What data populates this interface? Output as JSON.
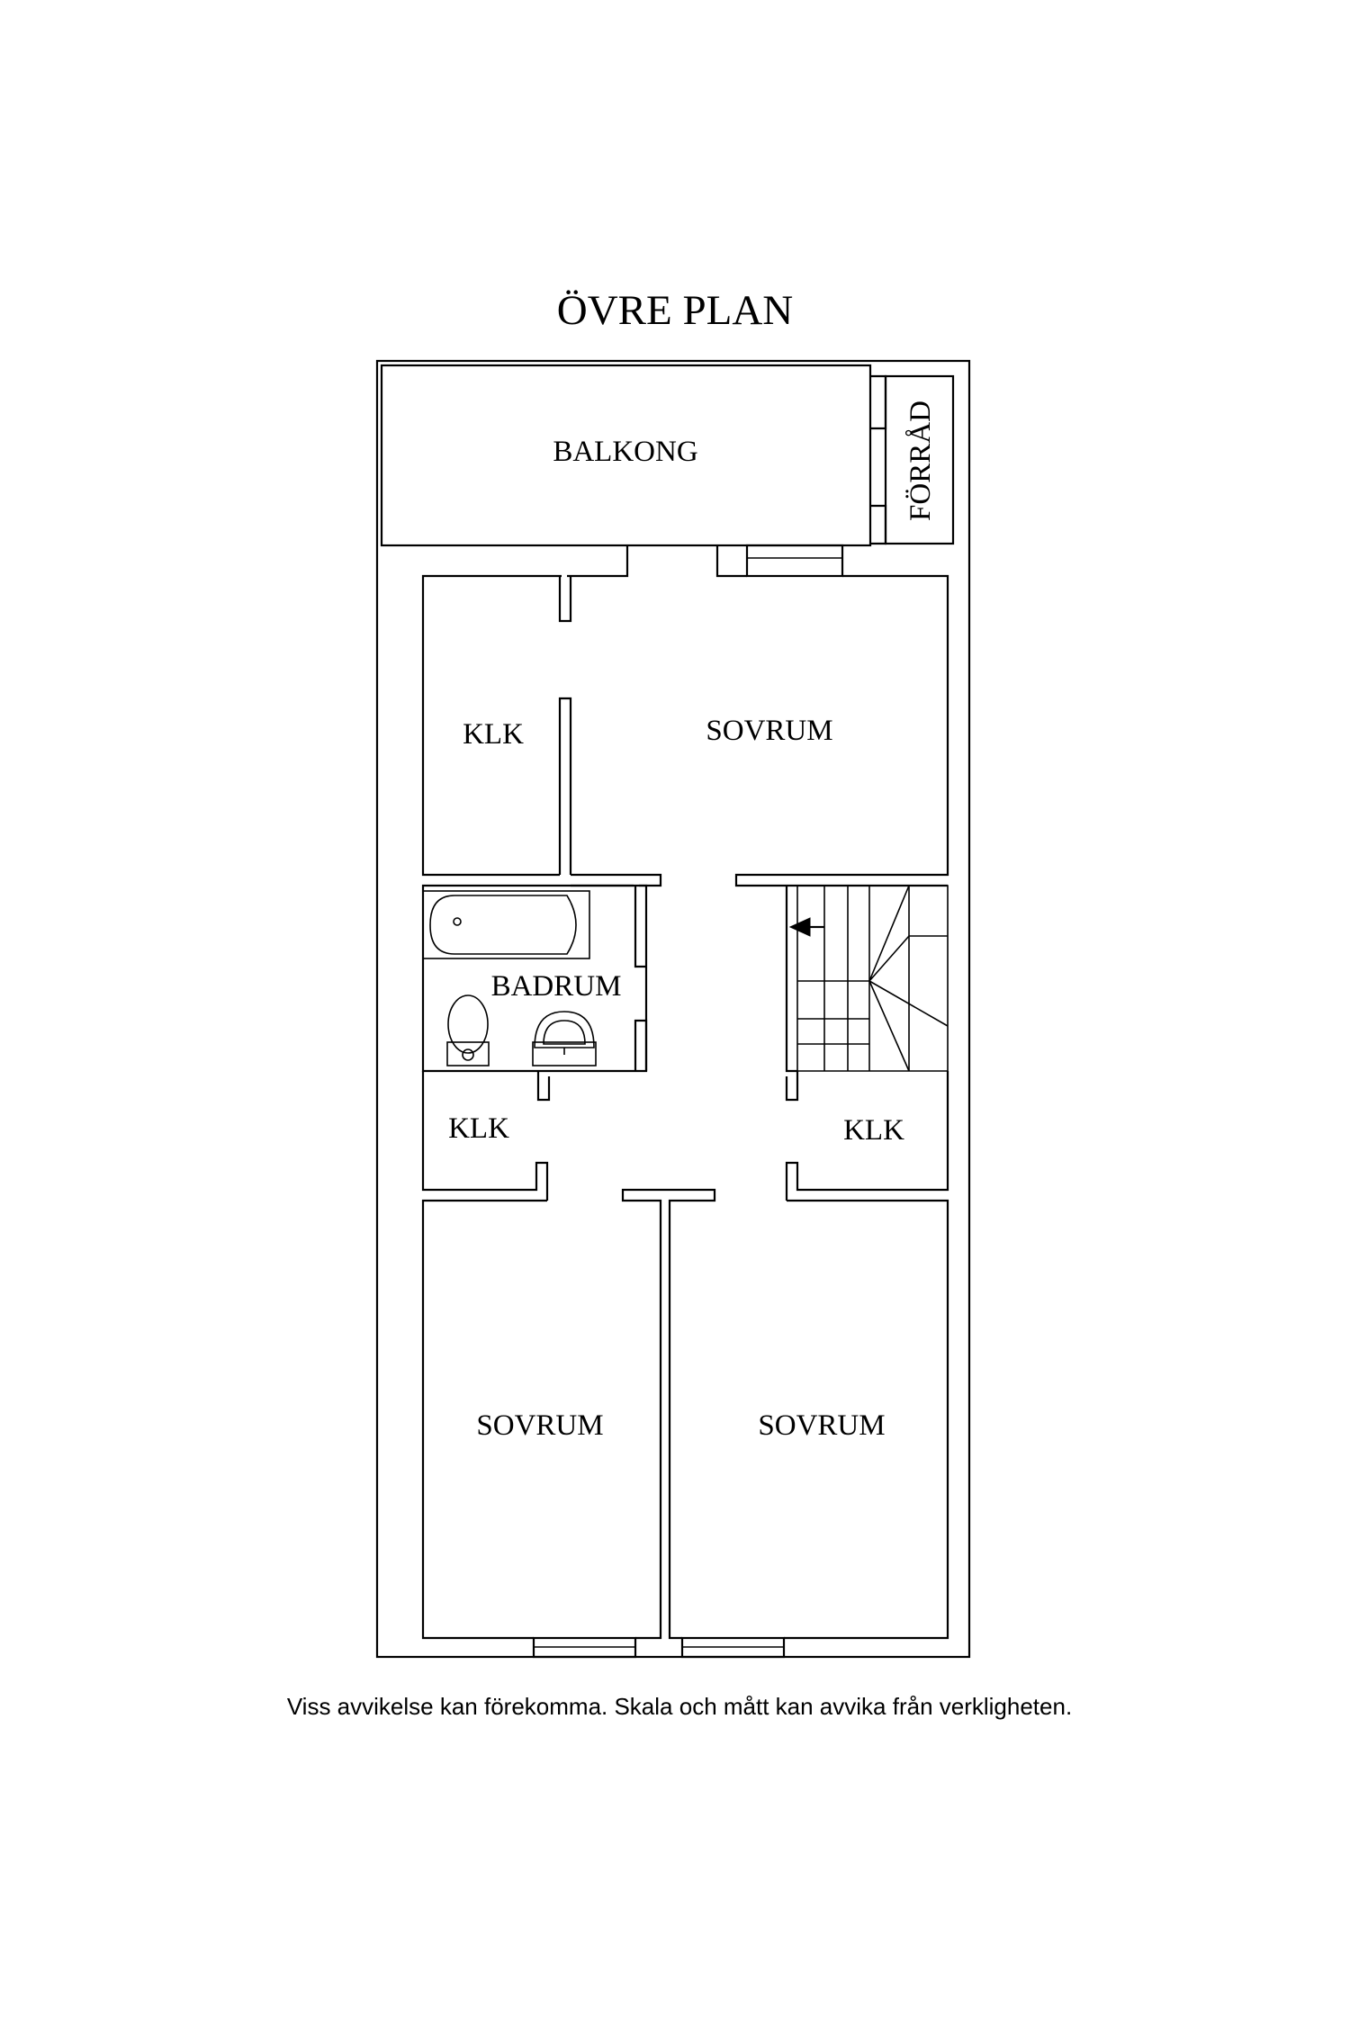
{
  "title": "ÖVRE PLAN",
  "rooms": {
    "balcony": "BALKONG",
    "storage": "FÖRRÅD",
    "closet_top": "KLK",
    "bedroom_top": "SOVRUM",
    "bathroom": "BADRUM",
    "closet_left": "KLK",
    "closet_right": "KLK",
    "bedroom_left": "SOVRUM",
    "bedroom_right": "SOVRUM"
  },
  "disclaimer": "Viss avvikelse kan förekomma. Skala och mått kan avvika från verkligheten."
}
